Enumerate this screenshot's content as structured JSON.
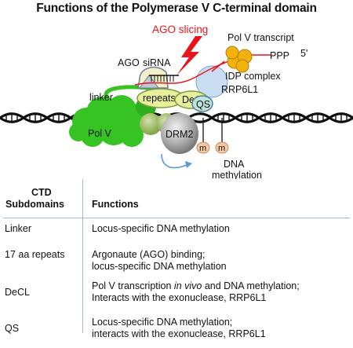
{
  "title": "Functions of the Polymerase V C-terminal domain",
  "diagram": {
    "ago_slicing": "AGO slicing",
    "pol_v_transcript": "Pol V transcript",
    "ppp": "PPP",
    "five_prime": "5'",
    "ago": "AGO",
    "sirna": "siRNA",
    "idp_complex": "IDP complex",
    "rrp6l1": "RRP6L1",
    "linker": "linker",
    "repeats": "repeats",
    "decl": "DeCL",
    "qs": "QS",
    "pol_v": "Pol V",
    "drm2": "DRM2",
    "methyl_mark": "m",
    "dna_methylation_line1": "DNA",
    "dna_methylation_line2": "methylation"
  },
  "table": {
    "header_col1_line1": "CTD",
    "header_col1_line2": "Subdomains",
    "header_col2": "Functions",
    "rows": [
      {
        "subdomain": "Linker",
        "functions_line1": "Locus-specific DNA methylation",
        "functions_line2": ""
      },
      {
        "subdomain": "17 aa repeats",
        "functions_line1": "Argonaute (AGO) binding;",
        "functions_line2": "locus-specific DNA methylation"
      },
      {
        "subdomain": "DeCL",
        "functions_line1_pre": "Pol V transcription ",
        "functions_line1_ital": "in vivo",
        "functions_line1_post": " and DNA methylation;",
        "functions_line2": "Interacts with the exonuclease, RRP6L1"
      },
      {
        "subdomain": "QS",
        "functions_line1": "Locus-specific DNA methylation;",
        "functions_line2": "interacts with the exonuclease, RRP6L1"
      }
    ]
  },
  "colors": {
    "pol_v_green": "#35c423",
    "repeats_yellow": "#e8ef9a",
    "rrp6l1_blue": "#c9def2",
    "qs_teal": "#bfe3dc",
    "idp_orange": "#f2b20e",
    "ago_slicing_red": "#e8141b",
    "methyl_peach": "#f5c9a3",
    "table_line": "#9bbbd6"
  }
}
